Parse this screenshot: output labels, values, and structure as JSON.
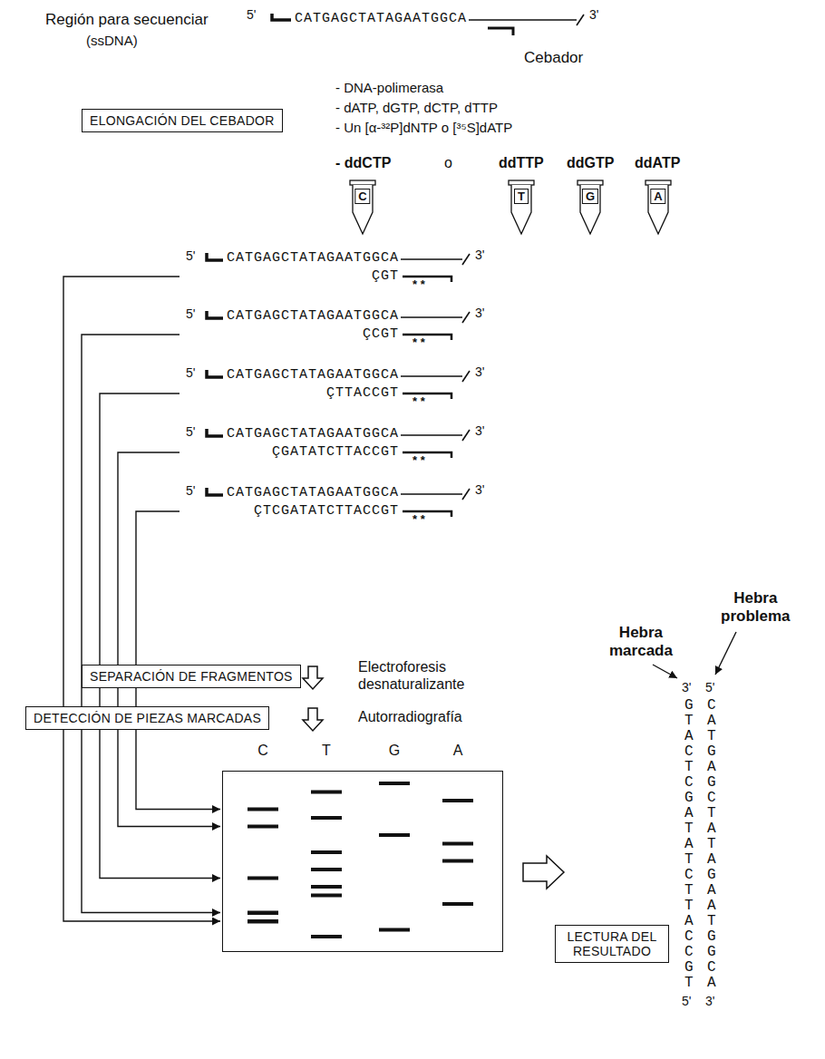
{
  "diagram": {
    "nodes": [
      {
        "text": [
          "ELONGACIÓN DEL CEBADOR"
        ]
      },
      {
        "text": [
          "C"
        ]
      },
      {
        "text": [
          "T"
        ]
      },
      {
        "text": [
          "G"
        ]
      },
      {
        "text": [
          "A"
        ]
      },
      {
        "text": [
          "SEPARACIÓN DE FRAGMENTOS"
        ]
      },
      {
        "text": [
          "DETECCIÓN DE PIEZAS MARCADAS"
        ]
      },
      {
        "text": [
          "C",
          "T",
          "G",
          "A"
        ]
      },
      {
        "text": [
          "LECTURA DEL RESULTADO"
        ]
      }
    ],
    "labels": [
      "Región para secuenciar",
      "(ssDNA)",
      "5'",
      "CATGAGCTATAGAATGGCA",
      "3'",
      "Cebador",
      "- DNA-polimerasa",
      "- dATP, dGTP, dCTP, dTTP",
      "- Un [α-³²P]dNTP o [³⁵S]dATP",
      "- ddCTP",
      "o",
      "ddTTP",
      "ddGTP",
      "ddATP",
      "5'",
      "CATGAGCTATAGAATGGCA",
      "3'",
      "ÇGT",
      "* *",
      "5'",
      "CATGAGCTATAGAATGGCA",
      "3'",
      "ÇCGT",
      "* *",
      "5'",
      "CATGAGCTATAGAATGGCA",
      "3'",
      "ÇTTACCGT",
      "* *",
      "5'",
      "CATGAGCTATAGAATGGCA",
      "3'",
      "ÇGATATCTTACCGT",
      "* *",
      "5'",
      "CATGAGCTATAGAATGGCA",
      "3'",
      "ÇTCGATATCTTACCGT",
      "* *",
      "Electroforesis desnaturalizante",
      "Autorradiografía",
      "Hebra marcada",
      "Hebra problema",
      "3'",
      "5'",
      "GTACTCGATATCTTACCGT",
      "CATGAGCTATAGAATGGCA",
      "5'",
      "3'"
    ]
  }
}
